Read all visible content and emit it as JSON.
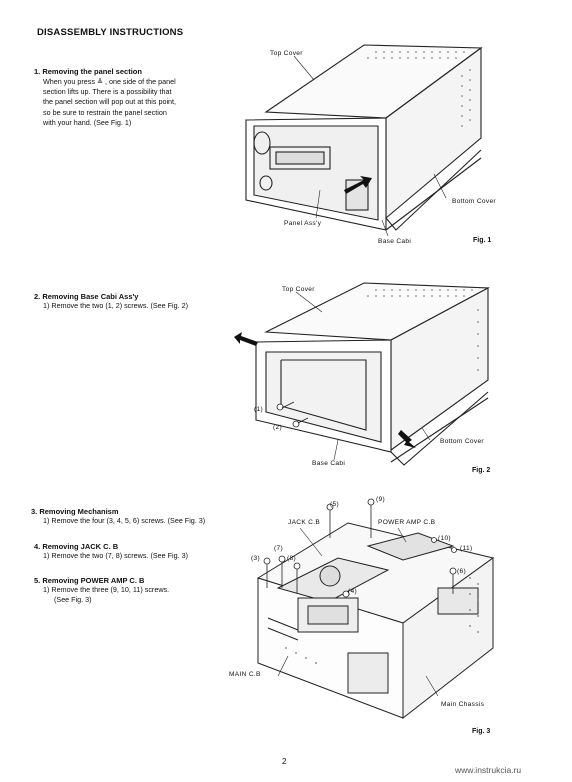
{
  "page": {
    "title": "DISASSEMBLY INSTRUCTIONS",
    "page_number": "2",
    "watermark": "www.instrukcia.ru"
  },
  "sections": [
    {
      "heading": "1. Removing the panel section",
      "lines": [
        "When you press  ≜ , one side of the panel",
        "section lifts up. There is a possibility that",
        "the panel section will pop out at this point,",
        "so be sure to restrain the panel section",
        "with your hand. (See Fig. 1)"
      ]
    },
    {
      "heading": "2. Removing Base Cabi Ass'y",
      "lines": [
        "1) Remove the two (1, 2) screws. (See Fig. 2)"
      ]
    },
    {
      "heading": "3. Removing Mechanism",
      "lines": [
        "1) Remove the four (3, 4, 5, 6) screws. (See Fig. 3)"
      ]
    },
    {
      "heading": "4. Removing JACK C. B",
      "lines": [
        "1) Remove the two (7, 8) screws. (See Fig. 3)"
      ]
    },
    {
      "heading": "5. Removing POWER AMP C. B",
      "lines": [
        "1) Remove the three (9, 10, 11) screws.",
        "(See Fig. 3)"
      ]
    }
  ],
  "figures": {
    "fig1": {
      "caption": "Fig. 1",
      "labels": {
        "top_cover": "Top Cover",
        "bottom_cover": "Bottom Cover",
        "panel_assy": "Panel Ass'y",
        "base_cabi": "Base Cabi"
      }
    },
    "fig2": {
      "caption": "Fig. 2",
      "labels": {
        "top_cover": "Top Cover",
        "bottom_cover": "Bottom Cover",
        "base_cabi": "Base Cabi",
        "screw1": "(1)",
        "screw2": "(2)"
      }
    },
    "fig3": {
      "caption": "Fig. 3",
      "labels": {
        "jack_cb": "JACK C.B",
        "power_amp_cb": "POWER AMP C.B",
        "main_cb": "MAIN C.B",
        "main_chassis": "Main Chassis",
        "s3": "(3)",
        "s4": "(4)",
        "s5": "(5)",
        "s6": "(6)",
        "s7": "(7)",
        "s8": "(8)",
        "s9": "(9)",
        "s10": "(10)",
        "s11": "(11)"
      }
    }
  }
}
